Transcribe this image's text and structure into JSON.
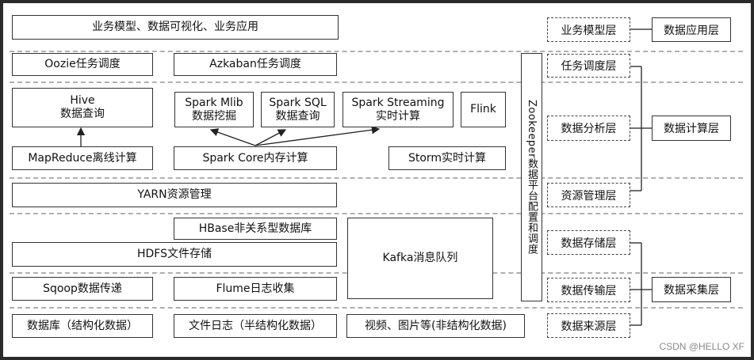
{
  "top": {
    "apps": "业务模型、数据可视化、业务应用"
  },
  "scheduling": {
    "oozie": "Oozie任务调度",
    "azkaban": "Azkaban任务调度"
  },
  "compute": {
    "hive_line1": "Hive",
    "hive_line2": "数据查询",
    "mllib_line1": "Spark Mlib",
    "mllib_line2": "数据挖掘",
    "sql_line1": "Spark SQL",
    "sql_line2": "数据查询",
    "streaming_line1": "Spark Streaming",
    "streaming_line2": "实时计算",
    "flink": "Flink",
    "mapreduce": "MapReduce离线计算",
    "spark_core": "Spark Core内存计算",
    "storm": "Storm实时计算"
  },
  "resource": {
    "yarn": "YARN资源管理"
  },
  "storage": {
    "hbase": "HBase非关系型数据库",
    "hdfs": "HDFS文件存储",
    "kafka": "Kafka消息队列"
  },
  "transport": {
    "sqoop": "Sqoop数据传递",
    "flume": "Flume日志收集"
  },
  "sources": {
    "db": "数据库（结构化数据）",
    "logs": "文件日志（半结构化数据）",
    "media": "视频、图片等(非结构化数据)"
  },
  "zookeeper": "Zookeeper数据平台配置和调度",
  "layers": {
    "business_model": "业务模型层",
    "task_scheduling": "任务调度层",
    "data_analysis": "数据分析层",
    "resource_mgmt": "资源管理层",
    "data_storage": "数据存储层",
    "data_transport": "数据传输层",
    "data_source": "数据来源层"
  },
  "categories": {
    "application": "数据应用层",
    "computation": "数据计算层",
    "collection": "数据采集层"
  },
  "watermark": "CSDN @HELLO XF"
}
